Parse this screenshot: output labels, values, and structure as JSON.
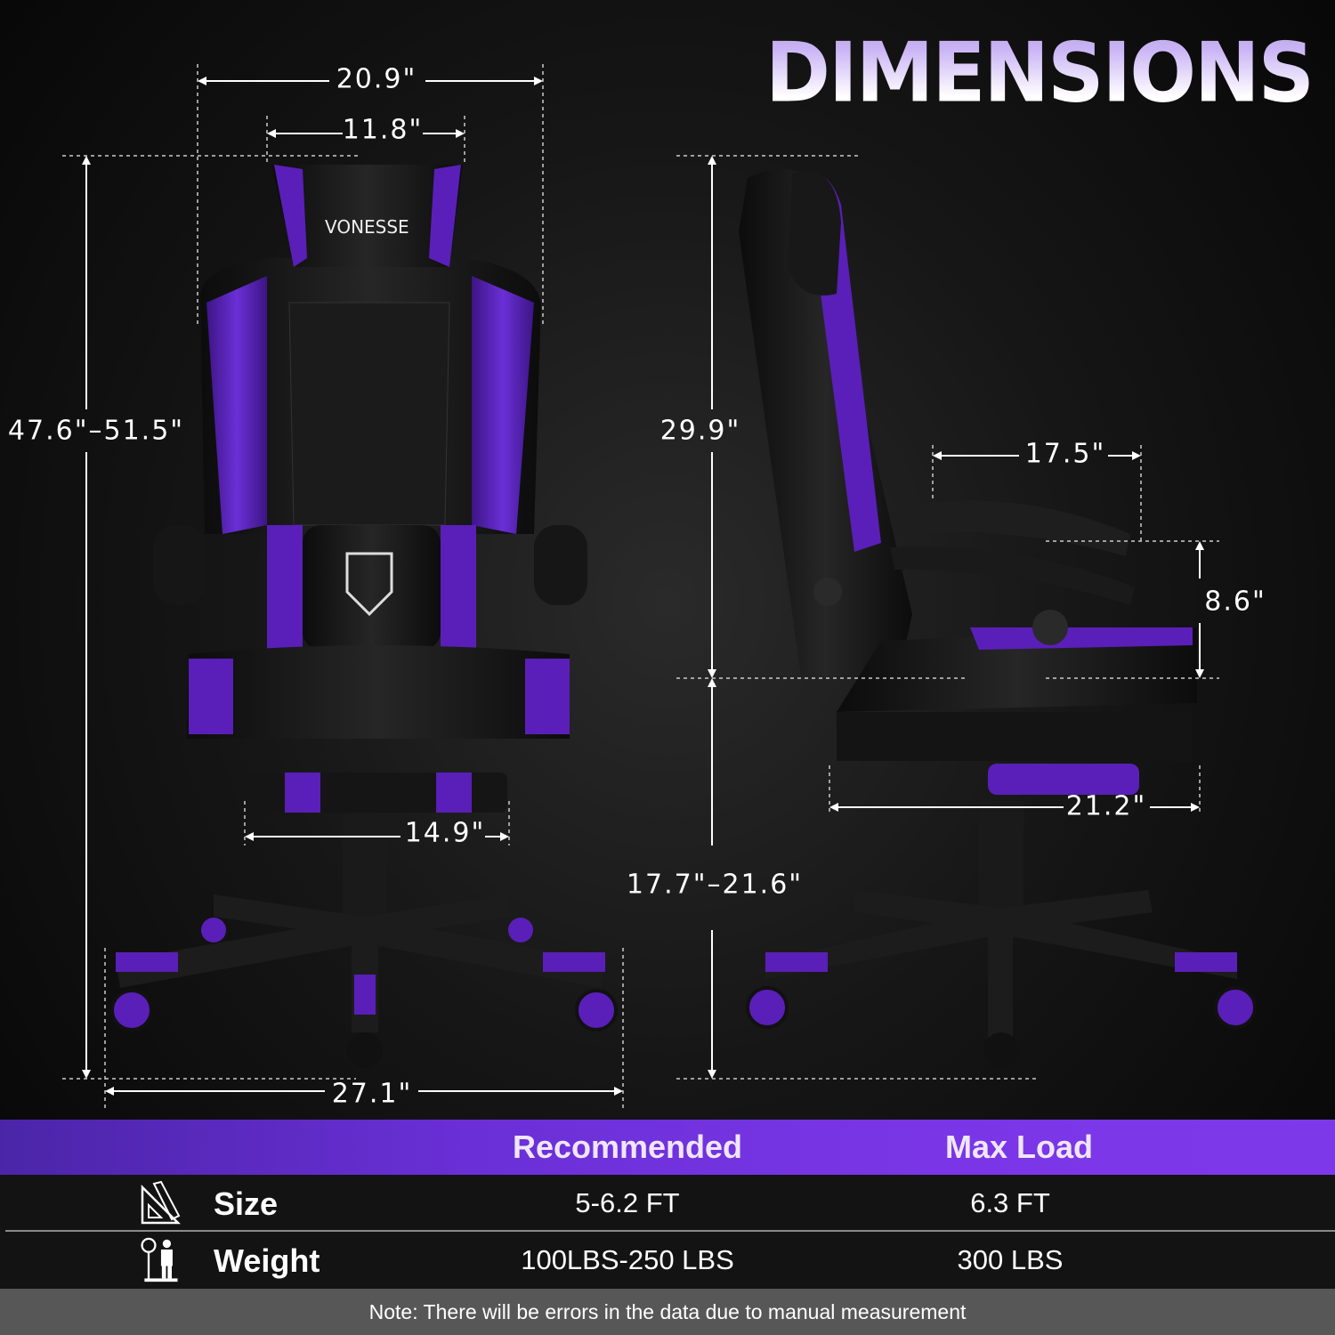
{
  "title": "DIMENSIONS",
  "brand": "VONESSE",
  "dimensions": {
    "overall_width": "20.9\"",
    "headrest_width": "11.8\"",
    "overall_height": "47.6\"–51.5\"",
    "footrest_width": "14.9\"",
    "base_width": "27.1\"",
    "backrest_height": "29.9\"",
    "armrest_length": "17.5\"",
    "armrest_height": "8.6\"",
    "seat_depth": "21.2\"",
    "seat_height": "17.7\"–21.6\""
  },
  "table": {
    "headers": [
      "Recommended",
      "Max Load"
    ],
    "rows": [
      {
        "label": "Size",
        "icon": "ruler-triangle-icon",
        "recommended": "5-6.2 FT",
        "max": "6.3 FT"
      },
      {
        "label": "Weight",
        "icon": "scale-person-icon",
        "recommended": "100LBS-250 LBS",
        "max": "300 LBS"
      }
    ],
    "note": "Note: There will be errors in the data due to manual measurement"
  },
  "colors": {
    "accent": "#6a2fd6",
    "chair_purple": "#5a1fb8",
    "chair_black": "#111111"
  }
}
